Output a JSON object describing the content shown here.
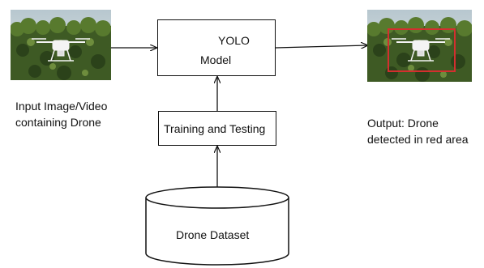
{
  "input": {
    "caption_lines": [
      "Input Image/Video",
      "containing Drone"
    ]
  },
  "model": {
    "line1": "YOLO",
    "line2": "Model"
  },
  "training": {
    "label": "Training and Testing"
  },
  "dataset": {
    "label": "Drone Dataset"
  },
  "output": {
    "caption_lines": [
      "Output: Drone",
      "detected in red area"
    ]
  },
  "colors": {
    "sky": "#cfd8dc",
    "foliage_dark": "#2f4a1c",
    "foliage_light": "#6f8e3a",
    "drone": "#f2f2f2",
    "detection_box": "#d32f2f",
    "stroke": "#111111"
  }
}
